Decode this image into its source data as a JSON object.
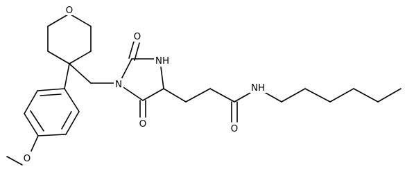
{
  "molecule": {
    "atoms": {
      "O_pyran": "O",
      "O_carbonyl_top": "O",
      "NH_ring": "NH",
      "N_ring": "N",
      "O_carbonyl_bottom": "O",
      "NH_amide": "NH",
      "O_amide": "O",
      "O_methoxy": "O"
    }
  }
}
